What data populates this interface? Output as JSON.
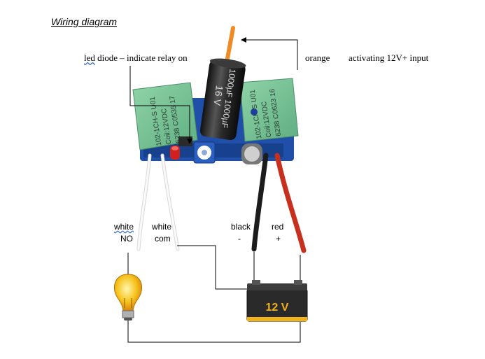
{
  "title": "Wiring diagram",
  "led_label": {
    "word1": "led",
    "rest": " diode – indicate relay on"
  },
  "orange_label": "orange",
  "orange_desc": "activating 12V+ input",
  "wires": {
    "white1": "white",
    "no": "NO",
    "white2": "white",
    "com": "com",
    "black": "black",
    "minus": "-",
    "red": "red",
    "plus": "+"
  },
  "relay_left": {
    "line1": "102-1CH-S U01",
    "line2": "Coil:12VDC",
    "line3": "6238 C0535 17"
  },
  "relay_right": {
    "line1": "102-1CH-S U01",
    "line2": "Coil:12VDC",
    "line3": "6238 C0623 16"
  },
  "capacitor": {
    "line1": "1000µF 1000µF",
    "line2": "16 V"
  },
  "battery": {
    "label": "12 V"
  },
  "icons": [
    "light-bulb-icon",
    "battery-icon",
    "relay-module-icon"
  ],
  "colors": {
    "orange_wire": "#f08a24",
    "red_wire": "#c8301e",
    "black_wire": "#1c1c1c",
    "white_wire": "#f4f4f4",
    "relay_green": "#7cc79a",
    "pcb_blue": "#1f4fa8",
    "battery_accent": "#f2b21a"
  }
}
